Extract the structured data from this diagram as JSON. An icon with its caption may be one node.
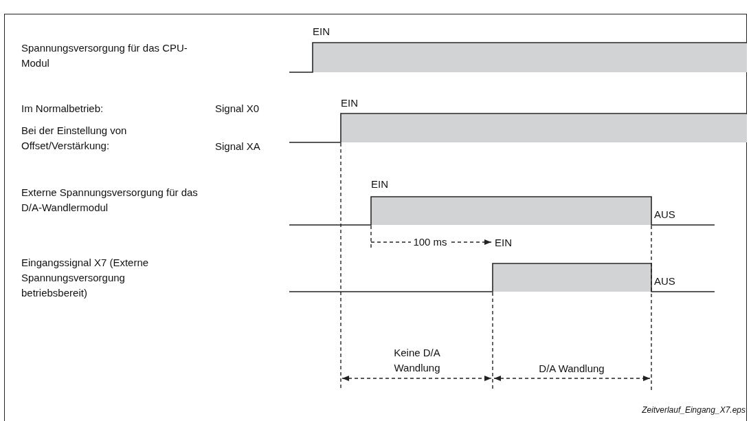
{
  "diagram": {
    "labels": [
      "EIN",
      "Spannungsversorgung für das CPU-Modul",
      "EIN",
      "Im Normalbetrieb:",
      "Signal X0",
      "Bei der Einstellung von Offset/Verstärkung:",
      "Signal XA",
      "EIN",
      "Externe Spannungsversorgung für das D/A-Wandlermodul",
      "AUS",
      "100 ms",
      "EIN",
      "Eingangssignal X7 (Externe Spannungsversorgung betriebsbereit)",
      "AUS",
      "Keine D/A Wandlung",
      "D/A Wandlung",
      "Zeitverlauf_Eingang_X7.eps"
    ]
  }
}
